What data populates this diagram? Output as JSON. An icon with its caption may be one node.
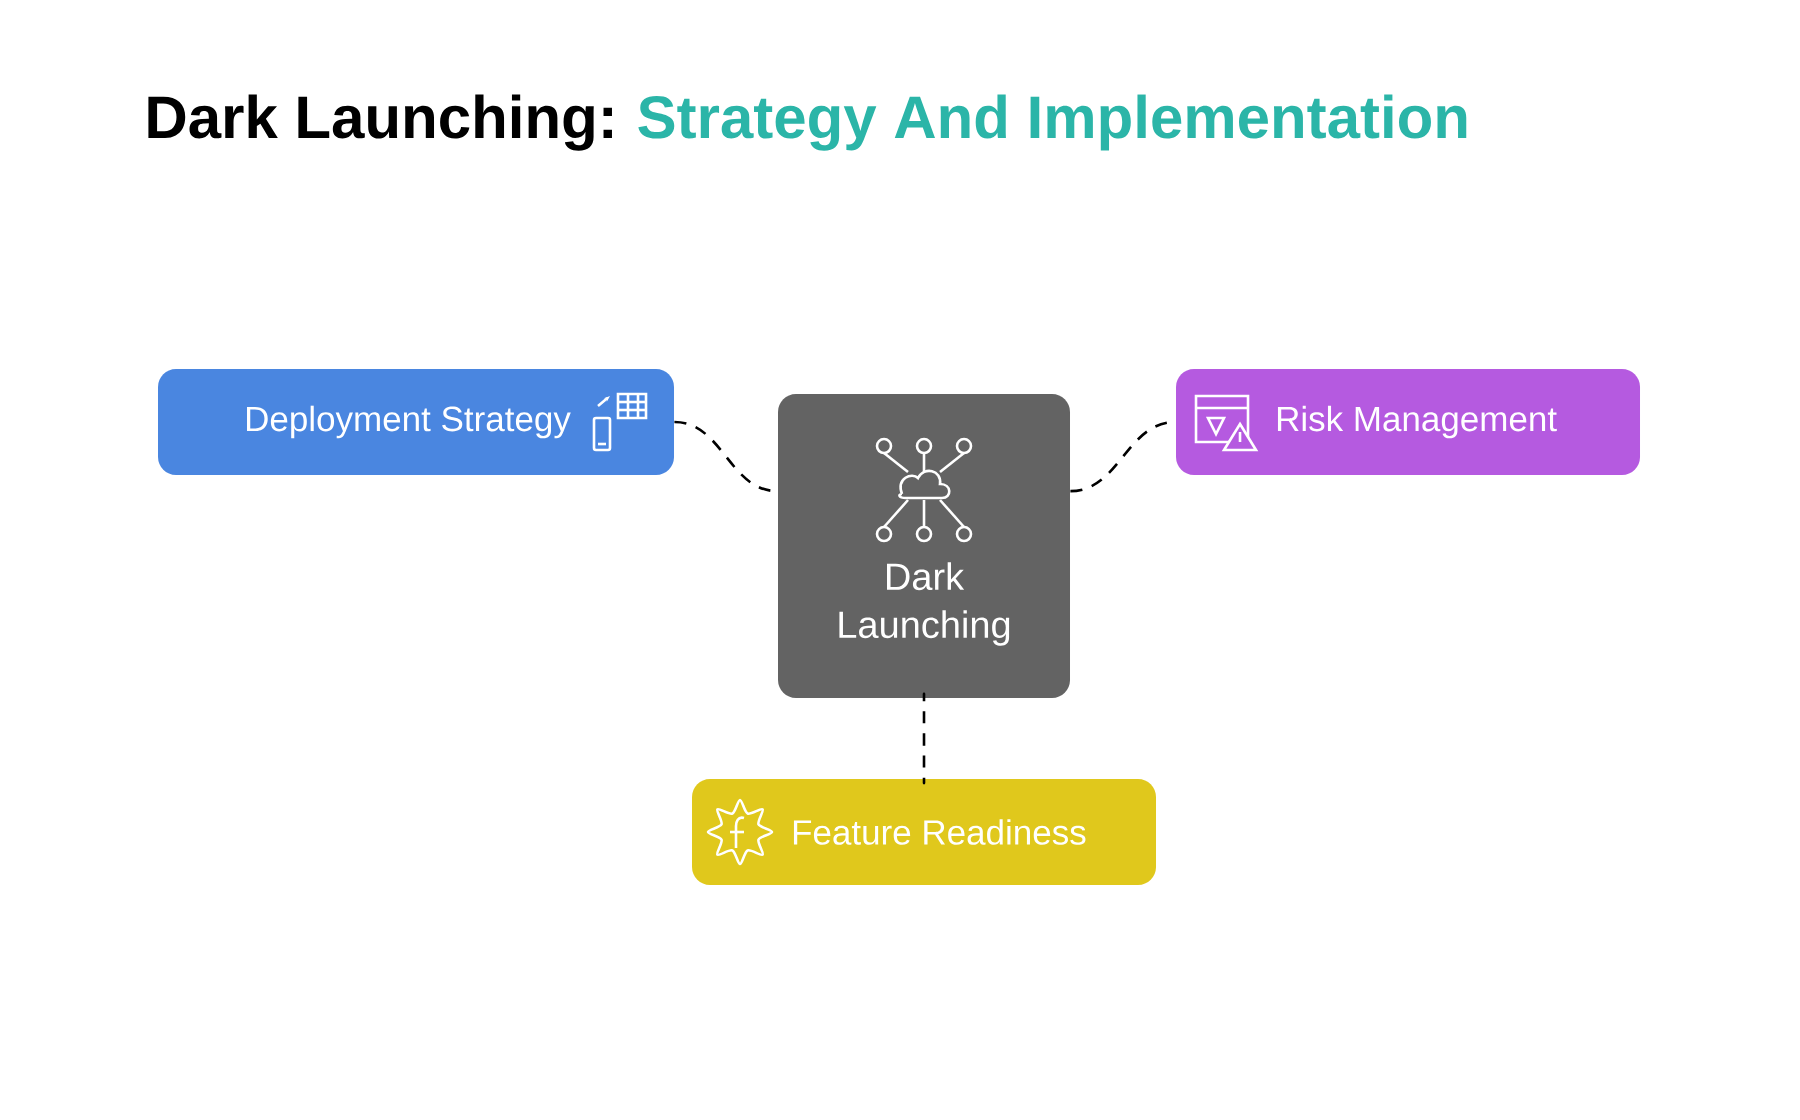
{
  "diagram": {
    "title": "Dark Launching:",
    "nodes": [
      {
        "text": [
          "Dark Launching"
        ]
      },
      {
        "text": [
          "Deployment Strategy"
        ]
      },
      {
        "text": [
          "Risk Management"
        ]
      },
      {
        "text": [
          "Feature Readiness"
        ]
      }
    ],
    "edges": [
      {
        "from": 1,
        "to": 0,
        "arrow": "none",
        "style": "dashed"
      },
      {
        "from": 0,
        "to": 2,
        "arrow": "none",
        "style": "dashed"
      },
      {
        "from": 0,
        "to": 3,
        "arrow": "none",
        "style": "dashed"
      }
    ],
    "labels": [
      "Strategy And Implementation"
    ]
  }
}
